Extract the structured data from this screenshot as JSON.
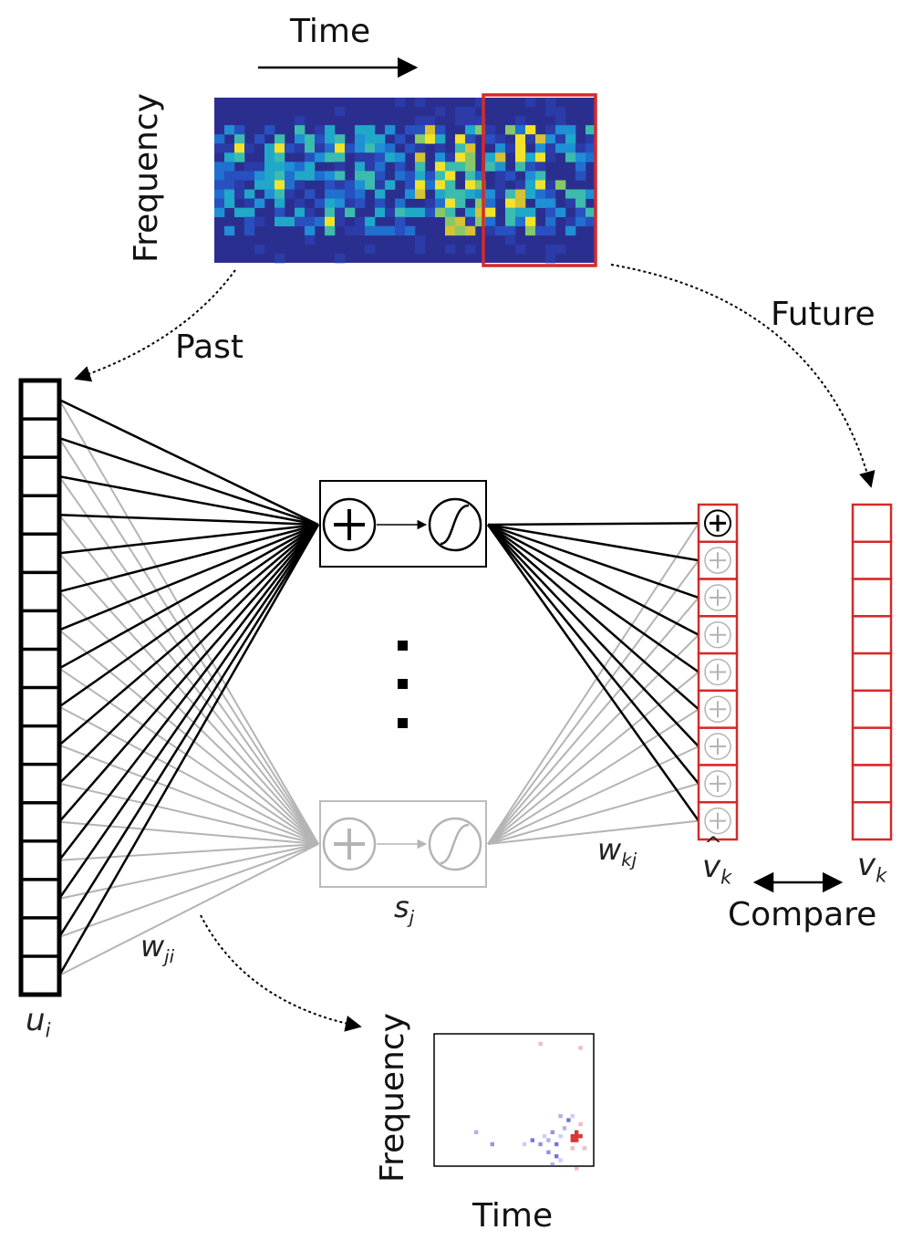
{
  "labels": {
    "time_top": "Time",
    "frequency_top": "Frequency",
    "past": "Past",
    "future": "Future",
    "compare": "Compare",
    "frequency_bottom": "Frequency",
    "time_bottom": "Time"
  },
  "math": {
    "u_base": "u",
    "u_sub": "i",
    "w_ji_base": "w",
    "w_ji_sub": "ji",
    "s_base": "s",
    "s_sub": "j",
    "w_kj_base": "w",
    "w_kj_sub": "kj",
    "vhat_base": "v",
    "vhat_hat": "^",
    "vhat_sub": "k",
    "v_base": "v",
    "v_sub": "k"
  },
  "network": {
    "input_units": 16,
    "output_units": 9,
    "ellipsis": "⋮"
  },
  "colors": {
    "active": "#000000",
    "inactive": "#b4b4b4",
    "target": "#d42a2a",
    "spectrogram_bg": "#2a2f8f",
    "weights_positive": "#d42020",
    "weights_negative": "#3b3bd0"
  },
  "icons": {
    "sum": "plus-in-circle",
    "sigmoid": "sigmoid-curve-in-circle"
  }
}
